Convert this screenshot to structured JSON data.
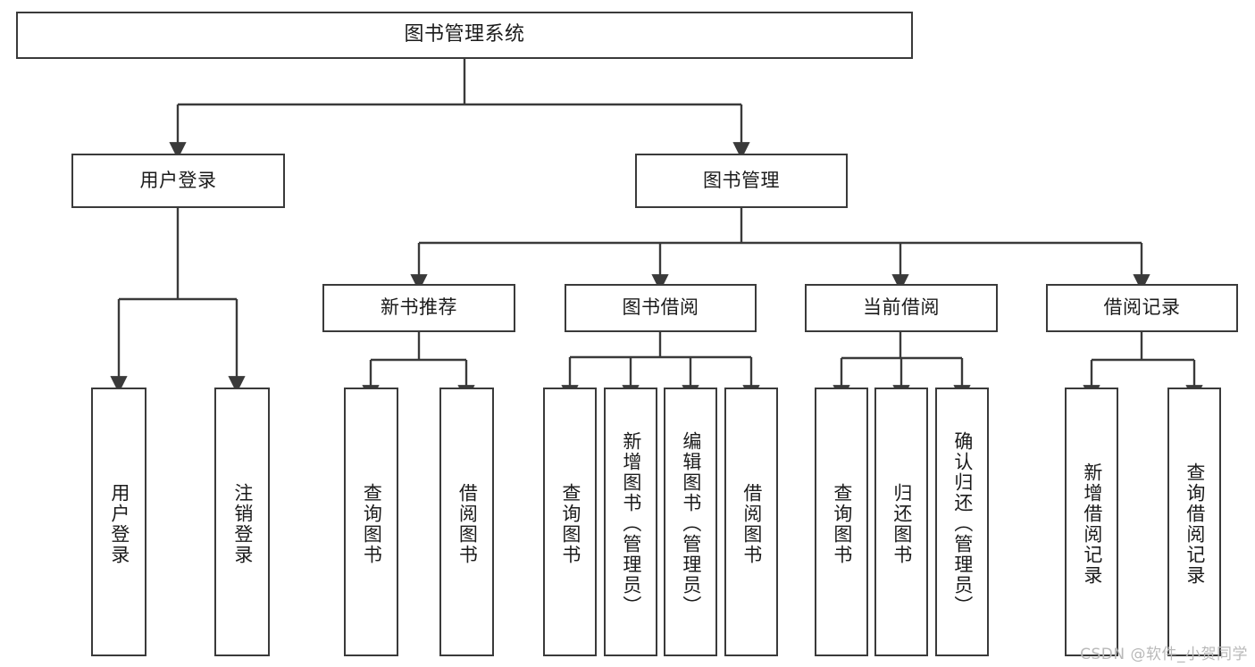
{
  "diagram": {
    "type": "tree",
    "title": "图书管理系统",
    "root": {
      "id": "root",
      "label": "图书管理系统",
      "orientation": "horizontal"
    },
    "level2": [
      {
        "id": "user-login",
        "label": "用户登录",
        "orientation": "horizontal"
      },
      {
        "id": "book-manage",
        "label": "图书管理",
        "orientation": "horizontal"
      }
    ],
    "level3": [
      {
        "id": "new-book-rec",
        "label": "新书推荐",
        "orientation": "horizontal",
        "parent": "book-manage"
      },
      {
        "id": "book-borrow",
        "label": "图书借阅",
        "orientation": "horizontal",
        "parent": "book-manage"
      },
      {
        "id": "current-borrow",
        "label": "当前借阅",
        "orientation": "horizontal",
        "parent": "book-manage"
      },
      {
        "id": "borrow-record",
        "label": "借阅记录",
        "orientation": "horizontal",
        "parent": "book-manage"
      }
    ],
    "leaves": [
      {
        "id": "leaf-user-login",
        "label": "用户登录",
        "parent": "user-login",
        "orientation": "vertical"
      },
      {
        "id": "leaf-user-logout",
        "label": "注销登录",
        "parent": "user-login",
        "orientation": "vertical"
      },
      {
        "id": "leaf-rec-query",
        "label": "查询图书",
        "parent": "new-book-rec",
        "orientation": "vertical"
      },
      {
        "id": "leaf-rec-borrow",
        "label": "借阅图书",
        "parent": "new-book-rec",
        "orientation": "vertical"
      },
      {
        "id": "leaf-borrow-query",
        "label": "查询图书",
        "parent": "book-borrow",
        "orientation": "vertical"
      },
      {
        "id": "leaf-borrow-add",
        "label": "新增图书（管理员）",
        "parent": "book-borrow",
        "orientation": "vertical"
      },
      {
        "id": "leaf-borrow-edit",
        "label": "编辑图书（管理员）",
        "parent": "book-borrow",
        "orientation": "vertical"
      },
      {
        "id": "leaf-borrow-lend",
        "label": "借阅图书",
        "parent": "book-borrow",
        "orientation": "vertical"
      },
      {
        "id": "leaf-cur-query",
        "label": "查询图书",
        "parent": "current-borrow",
        "orientation": "vertical"
      },
      {
        "id": "leaf-cur-return",
        "label": "归还图书",
        "parent": "current-borrow",
        "orientation": "vertical"
      },
      {
        "id": "leaf-cur-confirm",
        "label": "确认归还（管理员）",
        "parent": "current-borrow",
        "orientation": "vertical"
      },
      {
        "id": "leaf-rec-add",
        "label": "新增借阅记录",
        "parent": "borrow-record",
        "orientation": "vertical"
      },
      {
        "id": "leaf-rec-search",
        "label": "查询借阅记录",
        "parent": "borrow-record",
        "orientation": "vertical"
      }
    ],
    "colors": {
      "background": "#ffffff",
      "box_border": "#3a3a3a",
      "box_fill": "#ffffff",
      "connector": "#3a3a3a",
      "text": "#1b1b1b",
      "watermark": "#b9b9b9"
    }
  },
  "watermark": {
    "text": "CSDN @软件_小贺同学"
  }
}
